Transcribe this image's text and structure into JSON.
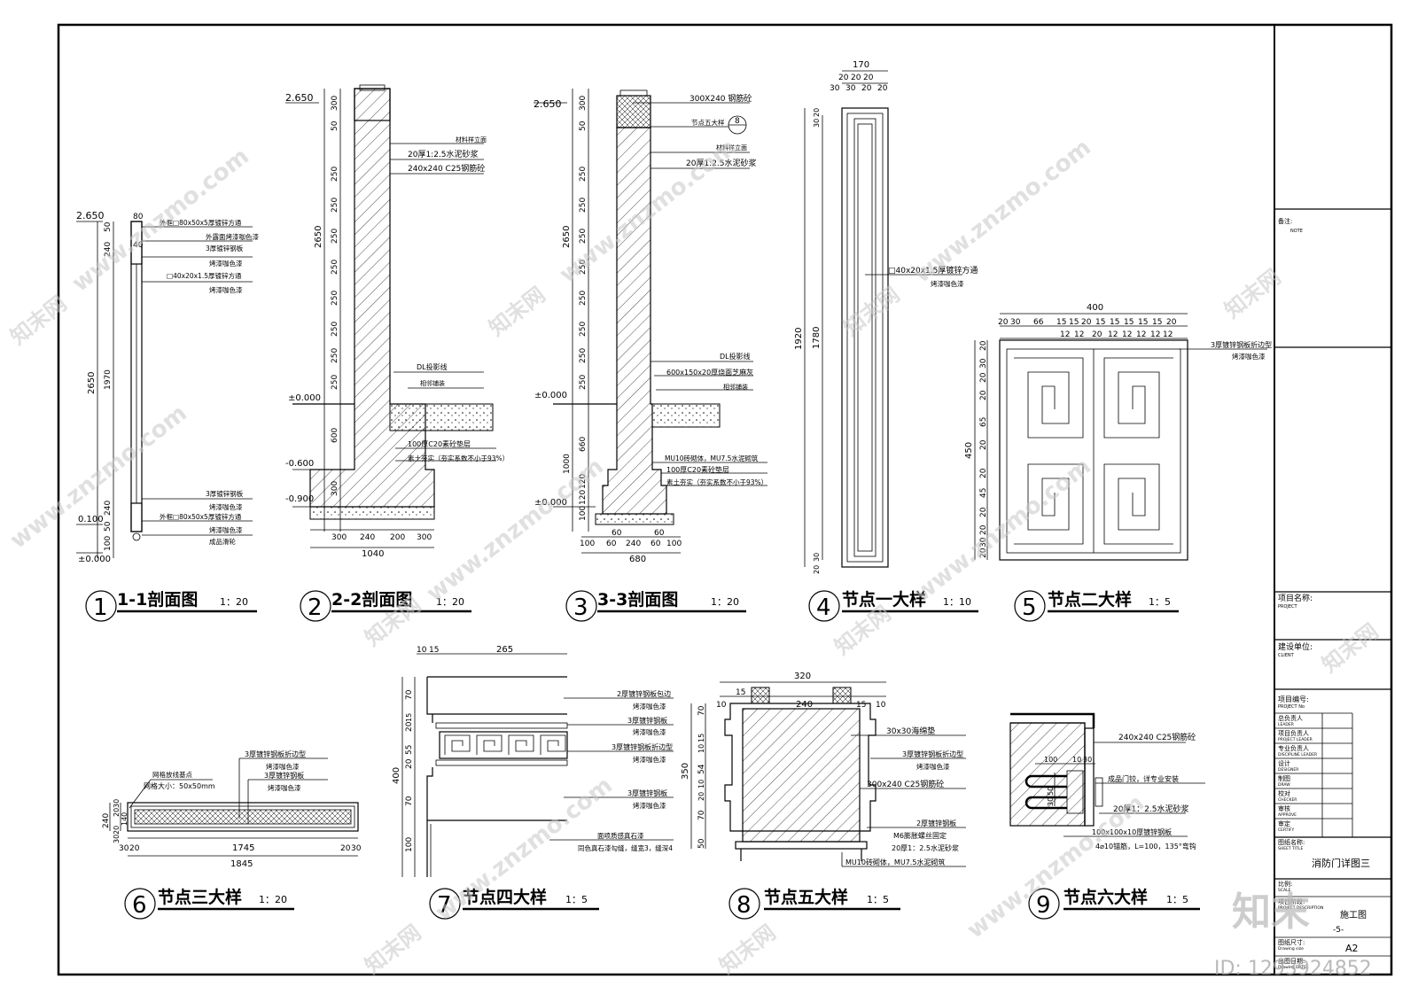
{
  "titles": {
    "d1": {
      "num": "1",
      "name": "1-1剖面图",
      "scale": "1：20"
    },
    "d2": {
      "num": "2",
      "name": "2-2剖面图",
      "scale": "1：20"
    },
    "d3": {
      "num": "3",
      "name": "3-3剖面图",
      "scale": "1：20"
    },
    "d4": {
      "num": "4",
      "name": "节点一大样",
      "scale": "1：10"
    },
    "d5": {
      "num": "5",
      "name": "节点二大样",
      "scale": "1：5"
    },
    "d6": {
      "num": "6",
      "name": "节点三大样",
      "scale": "1：20"
    },
    "d7": {
      "num": "7",
      "name": "节点四大样",
      "scale": "1：5"
    },
    "d8": {
      "num": "8",
      "name": "节点五大样",
      "scale": "1：5"
    },
    "d9": {
      "num": "9",
      "name": "节点六大样",
      "scale": "1：5"
    }
  },
  "d1": {
    "elev_top": "2.650",
    "elev_01": "0.100",
    "elev_0": "±0.000",
    "dim_top": "80",
    "dim_40": "40",
    "vdims": [
      "50",
      "240",
      "1970",
      "240",
      "50",
      "100"
    ],
    "vtotal": "2650",
    "labels": [
      "外框□80x50x5厚镀锌方通",
      "外露面烤漆咖色漆",
      "3厚镀锌钢板",
      "烤漆咖色漆",
      "□40x20x1.5厚镀锌方通",
      "烤漆咖色漆"
    ],
    "labels_bottom": [
      "3厚镀锌钢板",
      "烤漆咖色漆",
      "外框□80x50x5厚镀锌方通",
      "烤漆咖色漆",
      "成品滑轮"
    ]
  },
  "d2": {
    "elev_top": "2.650",
    "elev_0": "±0.000",
    "elev_m06": "-0.600",
    "elev_m09": "-0.900",
    "vdims": [
      "300",
      "50",
      "250",
      "250",
      "250",
      "250",
      "250",
      "250",
      "250",
      "250",
      "600",
      "300"
    ],
    "vtotal": "2650",
    "hdims": [
      "300",
      "240",
      "200",
      "300"
    ],
    "htotal": "1040",
    "labels_top": [
      "材料样立面",
      "20厚1:2.5水泥砂浆",
      "240x240  C25钢筋砼"
    ],
    "labels_mid": [
      "DL投影线",
      "相邻铺装"
    ],
    "labels_bot": [
      "100厚C20素砼垫层",
      "素土夯实（夯实系数不小于93%）"
    ]
  },
  "d3": {
    "elev_top": "2.650",
    "elev_0": "±0.000",
    "elev_0b": "±0.000",
    "vdims": [
      "300",
      "50",
      "250",
      "250",
      "250",
      "250",
      "250",
      "250",
      "250",
      "250",
      "660",
      "1000",
      "120",
      "120",
      "100"
    ],
    "vtotal": "2650",
    "hdims": [
      "100",
      "60",
      "240",
      "60",
      "100"
    ],
    "htotal": "680",
    "hsmall": [
      "60",
      "60"
    ],
    "callout_num": "8",
    "callout_label": "节点五大样",
    "labels_top": [
      "300X240  钢筋砼",
      "材料样立面",
      "20厚1:2.5水泥砂浆"
    ],
    "labels_mid": [
      "DL投影线",
      "600x150x20厚烧面芝麻灰",
      "相邻铺装"
    ],
    "labels_bot": [
      "MU10砖砌体，MU7.5水泥砌筑",
      "100厚C20素砼垫层",
      "素土夯实（夯实系数不小于93%）"
    ]
  },
  "d4": {
    "htotal": "170",
    "hdims": [
      "20",
      "20",
      "20",
      "30",
      "30",
      "20",
      "20"
    ],
    "vtotal": "1920",
    "vinner": "1780",
    "vdims": [
      "20",
      "30",
      "30",
      "20"
    ],
    "labels": [
      "□40x20x1.5厚镀锌方通",
      "烤漆咖色漆"
    ]
  },
  "d5": {
    "htotal": "400",
    "hdims_top": [
      "20",
      "30",
      "66",
      "15",
      "15",
      "20",
      "15",
      "15",
      "15",
      "15",
      "15",
      "20"
    ],
    "hdims_bot": [
      "12",
      "12",
      "20",
      "12",
      "12",
      "12",
      "12",
      "12"
    ],
    "vtotal": "450",
    "vdims": [
      "20",
      "30",
      "20",
      "20",
      "65",
      "20",
      "20",
      "45",
      "20",
      "20",
      "30",
      "20"
    ],
    "labels": [
      "3厚镀锌钢板折边型",
      "烤漆咖色漆"
    ]
  },
  "d6": {
    "labels_left": [
      "网格放线基点",
      "网格大小：50x50mm"
    ],
    "labels_right": [
      "3厚镀锌钢板折边型",
      "烤漆咖色漆",
      "3厚镀锌钢板",
      "烤漆咖色漆"
    ],
    "vdims": [
      "240",
      "30",
      "20",
      "140",
      "20",
      "30"
    ],
    "hdims": [
      "30",
      "20",
      "1745",
      "20",
      "30"
    ],
    "htotal": "1845"
  },
  "d7": {
    "hdims": [
      "10",
      "15",
      "265"
    ],
    "vdims": [
      "70",
      "20",
      "15",
      "55",
      "20",
      "70",
      "100"
    ],
    "vtotal": "400",
    "labels": [
      "2厚镀锌钢板包边",
      "烤漆咖色漆",
      "3厚镀锌钢板",
      "烤漆咖色漆",
      "3厚镀锌钢板折边型",
      "烤漆咖色漆",
      "3厚镀锌钢板",
      "烤漆咖色漆",
      "面喷质感真石漆",
      "同色真石漆勾缝，缝宽3，缝深4"
    ]
  },
  "d8": {
    "htotal": "320",
    "hdims": [
      "10",
      "15",
      "240",
      "15",
      "10"
    ],
    "vdims": [
      "70",
      "15",
      "10",
      "54",
      "10",
      "20",
      "70",
      "50"
    ],
    "vtotal": "350",
    "labels": [
      "30x30海绵垫",
      "3厚镀锌钢板折边型",
      "烤漆咖色漆",
      "300x240  C25钢筋砼",
      "2厚镀锌钢板",
      "M6膨胀螺丝固定",
      "20厚1：2.5水泥砂浆",
      "MU10砖砌体，MU7.5水泥砌筑"
    ]
  },
  "d9": {
    "labels": [
      "240x240  C25钢筋砼",
      "成品门铰，详专业安装",
      "20厚1：2.5水泥砂浆",
      "100x100x10厚镀锌钢板",
      "4⌀10锚筋，L=100，135°弯钩"
    ],
    "dims": [
      "100",
      "10",
      "30",
      "50",
      "30"
    ]
  },
  "titleblock": {
    "note_cn": "备注:",
    "note_en": "NOTE",
    "project_cn": "项目名称:",
    "project_en": "PROJECT",
    "client_cn": "建设单位:",
    "client_en": "CLIENT",
    "projno_cn": "项目编号:",
    "projno_en": "PROJECT No",
    "rows": [
      {
        "cn": "总负责人",
        "en": "LEADER"
      },
      {
        "cn": "项目负责人",
        "en": "PROJECT LEADER"
      },
      {
        "cn": "专业负责人",
        "en": "DISCIPLINE LEADER"
      },
      {
        "cn": "设计",
        "en": "DESIGNER"
      },
      {
        "cn": "制图",
        "en": "DRAW"
      },
      {
        "cn": "校对",
        "en": "CHECKER"
      },
      {
        "cn": "审核",
        "en": "APPROVE"
      },
      {
        "cn": "审定",
        "en": "CERTIFY"
      }
    ],
    "sheet_title_cn": "图纸名称:",
    "sheet_title_en": "SHEET TITLE",
    "sheet_title": "消防门详图三",
    "scale_cn": "比例:",
    "scale_en": "SCALE",
    "desc_cn": "项目阶段:",
    "desc_en": "PROJECT DESCRIPTION",
    "desc": "施工图",
    "sheetno": "-5-",
    "size_cn": "图纸尺寸:",
    "size_en": "Drawing size",
    "size": "A2",
    "date_cn": "出图日期:",
    "date_en": "Drawing DATE"
  },
  "watermark": {
    "site": "www.znzmo.com",
    "brand_cn": "知末网",
    "logo": "知末",
    "id": "ID: 1293924852"
  }
}
